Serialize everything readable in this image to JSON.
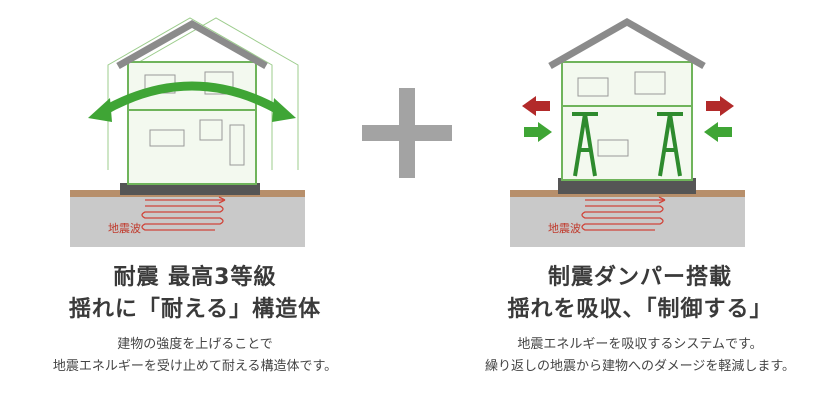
{
  "left": {
    "title_line1": "耐震 最高3等級",
    "title_line2": "揺れに「耐える」構造体",
    "desc_line1": "建物の強度を上げることで",
    "desc_line2": "地震エネルギーを受け止めて耐える構造体です。",
    "quake_label": "地震波"
  },
  "right": {
    "title_line1": "制震ダンパー搭載",
    "title_line2": "揺れを吸収、「制御する」",
    "desc_line1": "地震エネルギーを吸収するシステムです。",
    "desc_line2": "繰り返しの地震から建物へのダメージを軽減します。",
    "quake_label": "地震波"
  },
  "colors": {
    "accent_green": "#3fa535",
    "arrow_red": "#b22a2a",
    "wall_green": "#7cc36a",
    "ground": "#c9c9c9",
    "roof": "#8b8b8b"
  },
  "icons": [
    "plus-icon",
    "swing-arrow-icon",
    "force-arrow-icon",
    "damper-icon"
  ]
}
